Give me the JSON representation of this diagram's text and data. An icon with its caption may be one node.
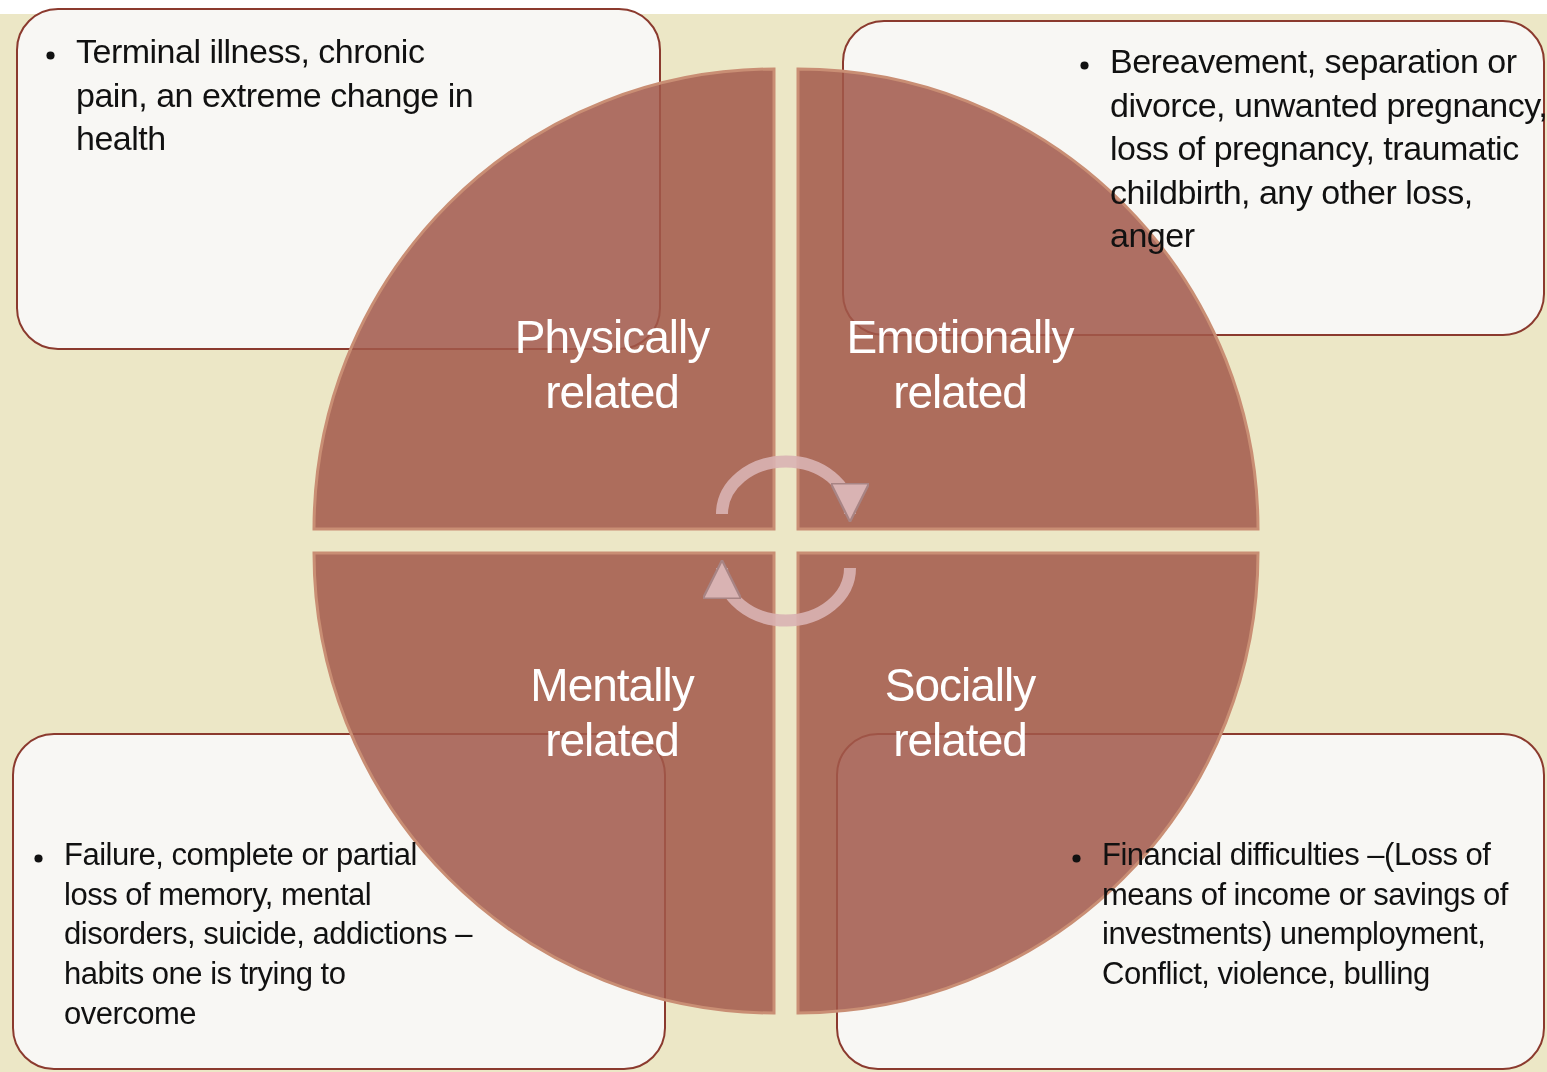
{
  "diagram": {
    "nodes": [
      {
        "text": [
          "Terminal illness, chronic pain, an extreme change in health"
        ]
      },
      {
        "text": [
          "Bereavement, separation or divorce, unwanted pregnancy, loss of pregnancy, traumatic childbirth, any other loss, anger"
        ]
      },
      {
        "text": [
          "Physically related"
        ]
      },
      {
        "text": [
          "Emotionally related"
        ]
      },
      {
        "text": [
          "Mentally related"
        ]
      },
      {
        "text": [
          "Socially related"
        ]
      },
      {
        "text": [
          "Failure, complete or partial loss of memory, mental disorders, suicide, addictions – habits one is trying to overcome"
        ]
      },
      {
        "text": [
          "Financial difficulties –(Loss of means of income or savings of investments) unemployment, Conflict, violence, bulling"
        ]
      }
    ],
    "edges": [
      {
        "from": 2,
        "to": 3,
        "arrow": "to"
      },
      {
        "from": 5,
        "to": 4,
        "arrow": "to"
      }
    ]
  }
}
